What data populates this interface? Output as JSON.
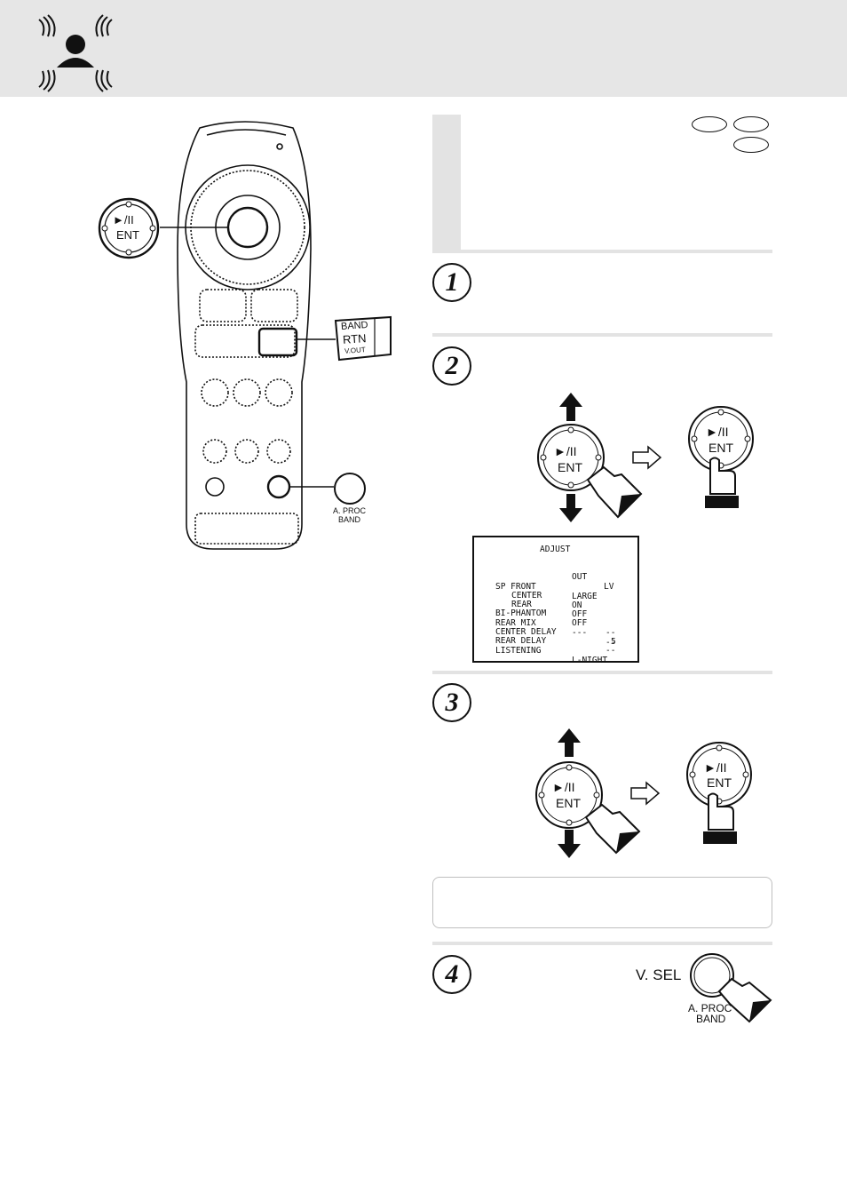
{
  "page": {
    "header_icon": "surround-listener-icon"
  },
  "remote": {
    "ent_callout": {
      "play_pause": "►/II",
      "ent": "ENT"
    },
    "band_callout": {
      "line1": "BAND",
      "line2": "RTN",
      "line3": "V.OUT"
    },
    "aproc_callout": {
      "line1": "A. PROC",
      "line2": "BAND"
    }
  },
  "steps": [
    {
      "number": "1"
    },
    {
      "number": "2"
    },
    {
      "number": "3"
    },
    {
      "number": "4"
    }
  ],
  "step2": {
    "joystick": {
      "play_pause": "►/II",
      "ent": "ENT"
    },
    "press": {
      "play_pause": "►/II",
      "ent": "ENT"
    }
  },
  "osd": {
    "title": "ADJUST",
    "col_out": "OUT",
    "col_lv": "LV",
    "rows": [
      {
        "label": "SP FRONT",
        "out": "LARGE",
        "lv": ""
      },
      {
        "label": "CENTER",
        "out": "ON",
        "lv": ""
      },
      {
        "label": "REAR",
        "out": "OFF",
        "lv": ""
      },
      {
        "label": "BI-PHANTOM",
        "out": "OFF",
        "lv": "--"
      },
      {
        "label": "REAR MIX",
        "out": "---",
        "lv": "--"
      },
      {
        "label": "CENTER DELAY",
        "out": "",
        "lv": "5"
      },
      {
        "label": "REAR DELAY",
        "out": "",
        "lv": "--"
      },
      {
        "label": "LISTENING",
        "out": "L-NIGHT",
        "lv": ""
      }
    ]
  },
  "step3": {
    "joystick": {
      "play_pause": "►/II",
      "ent": "ENT"
    },
    "press": {
      "play_pause": "►/II",
      "ent": "ENT"
    }
  },
  "step4": {
    "vsel": "V. SEL",
    "button_line1": "A. PROC",
    "button_line2": "BAND"
  }
}
